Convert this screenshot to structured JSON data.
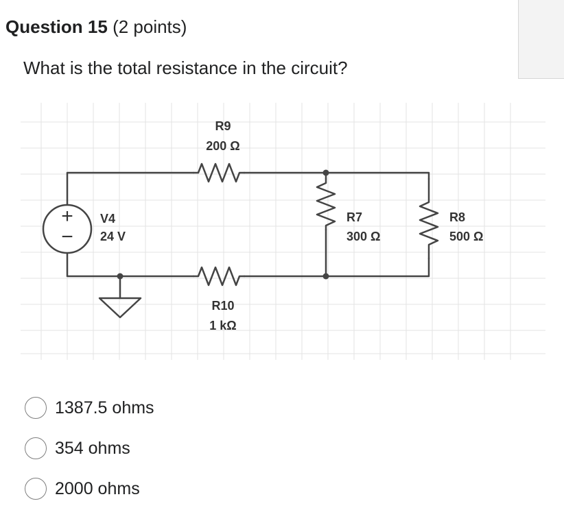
{
  "question": {
    "title": "Question 15",
    "points": "(2 points)",
    "prompt": "What is the total resistance in the circuit?"
  },
  "circuit": {
    "source": {
      "name": "V4",
      "value": "24 V",
      "plus_symbol": "+",
      "minus_symbol": "−"
    },
    "resistors": [
      {
        "name": "R9",
        "value": "200 Ω"
      },
      {
        "name": "R10",
        "value": "1 kΩ"
      },
      {
        "name": "R7",
        "value": "300 Ω"
      },
      {
        "name": "R8",
        "value": "500 Ω"
      }
    ],
    "colors": {
      "wire": "#444444",
      "grid": "#e3e3e3"
    }
  },
  "choices": [
    {
      "label": "1387.5 ohms",
      "selected": false
    },
    {
      "label": "354 ohms",
      "selected": false
    },
    {
      "label": "2000 ohms",
      "selected": false
    }
  ]
}
